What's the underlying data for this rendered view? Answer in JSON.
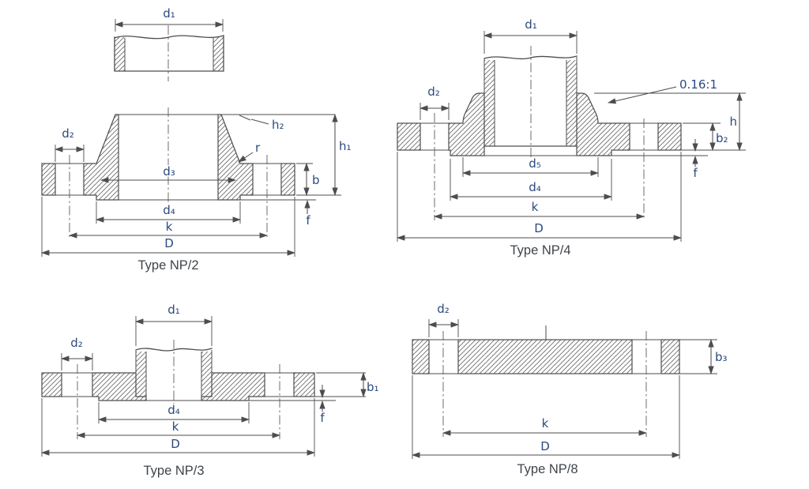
{
  "sheet": {
    "description": "Flange type cross-section drawings",
    "palette": {
      "line": "#4d4d4d",
      "label": "#2b4b7e",
      "caption": "#3f4449",
      "background": "#ffffff"
    }
  },
  "diagrams": {
    "np2": {
      "caption": "Type NP/2",
      "labels": {
        "d1": "d₁",
        "d2": "d₂",
        "d3": "d₃",
        "d4": "d₄",
        "h1": "h₁",
        "h2": "h₂",
        "r": "r",
        "b": "b",
        "f": "f",
        "k": "k",
        "D": "D"
      }
    },
    "np4": {
      "caption": "Type NP/4",
      "taper": "0.16:1",
      "labels": {
        "d1": "d₁",
        "d2": "d₂",
        "d4": "d₄",
        "d5": "d₅",
        "h": "h",
        "b2": "b₂",
        "f": "f",
        "k": "k",
        "D": "D"
      }
    },
    "np3": {
      "caption": "Type NP/3",
      "labels": {
        "d1": "d₁",
        "d2": "d₂",
        "d4": "d₄",
        "b1": "b₁",
        "f": "f",
        "k": "k",
        "D": "D"
      }
    },
    "np8": {
      "caption": "Type NP/8",
      "labels": {
        "d2": "d₂",
        "b3": "b₃",
        "k": "k",
        "D": "D"
      }
    }
  }
}
